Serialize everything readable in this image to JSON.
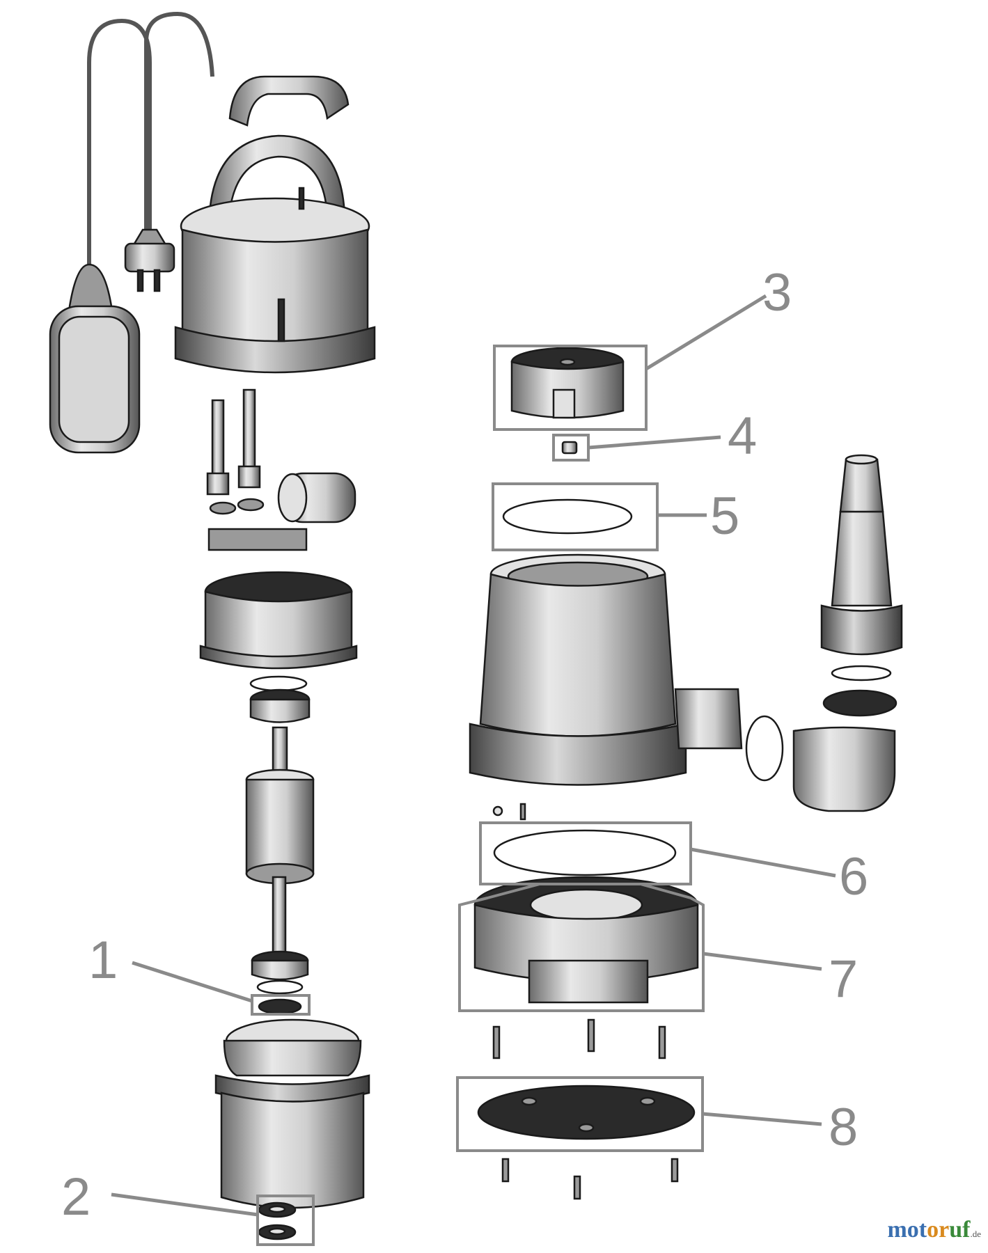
{
  "callouts": [
    {
      "number": "1"
    },
    {
      "number": "2"
    },
    {
      "number": "3"
    },
    {
      "number": "4"
    },
    {
      "number": "5"
    },
    {
      "number": "6"
    },
    {
      "number": "7"
    },
    {
      "number": "8"
    }
  ],
  "watermark": {
    "part1": "mot",
    "part2": "or",
    "part3": "uf",
    "domain": ".de"
  }
}
